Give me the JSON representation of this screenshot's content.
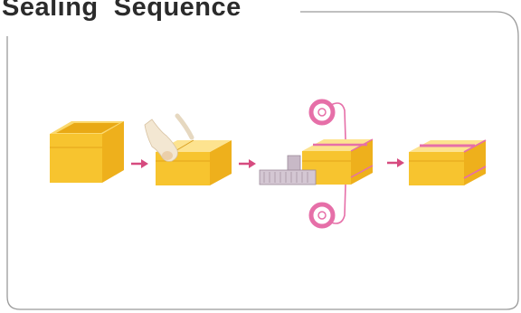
{
  "title": "Sealing  Sequence",
  "colors": {
    "box_front": "#f7c42f",
    "box_side": "#efb21a",
    "box_top": "#fde59a",
    "tape": "#e66fa8",
    "arrow": "#d64b7f",
    "frame": "#9a9a9a"
  },
  "steps": [
    {
      "name": "open-box"
    },
    {
      "name": "fold-flaps"
    },
    {
      "name": "tape-sealing"
    },
    {
      "name": "sealed-box"
    }
  ]
}
